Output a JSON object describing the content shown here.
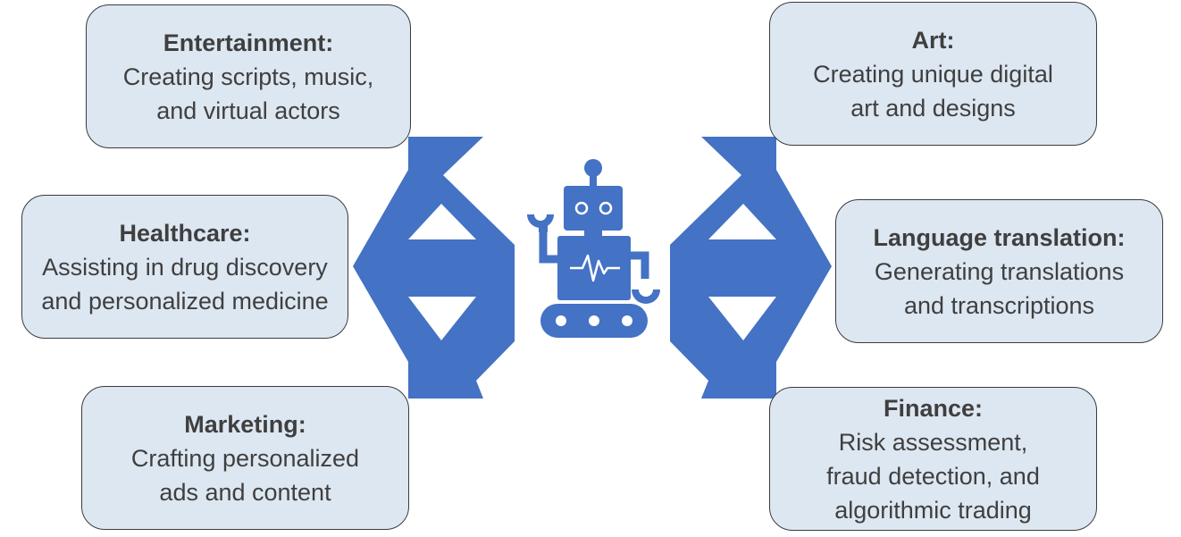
{
  "accent_color": "#4472c4",
  "card_fill": "#dde7f2",
  "text_color": "#3f3f3f",
  "center_icon": "robot-icon",
  "cards": {
    "entertainment": {
      "title": "Entertainment:",
      "lines": [
        "Creating scripts, music,",
        "and virtual actors"
      ]
    },
    "healthcare": {
      "title": "Healthcare:",
      "lines": [
        "Assisting in drug discovery",
        "and personalized medicine"
      ]
    },
    "marketing": {
      "title": "Marketing:",
      "lines": [
        "Crafting personalized",
        "ads and content"
      ]
    },
    "art": {
      "title": "Art:",
      "lines": [
        "Creating unique digital",
        "art and designs"
      ]
    },
    "language": {
      "title": "Language translation:",
      "lines": [
        "Generating translations",
        "and transcriptions"
      ]
    },
    "finance": {
      "title": "Finance:",
      "lines": [
        "Risk assessment,",
        "fraud detection, and",
        "algorithmic trading"
      ]
    }
  }
}
